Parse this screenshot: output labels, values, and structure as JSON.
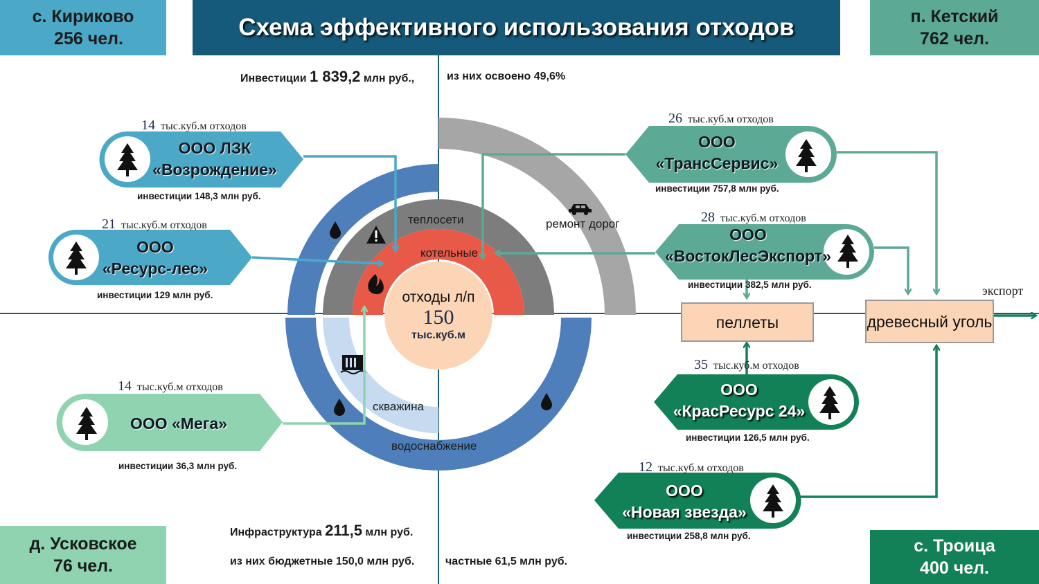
{
  "title": "Схема эффективного использования отходов",
  "corners": {
    "top_left": {
      "name": "с. Кириково",
      "people": "256 чел."
    },
    "top_right": {
      "name": "п. Кетский",
      "people": "762 чел."
    },
    "bottom_left": {
      "name": "д. Усковское",
      "people": "76 чел."
    },
    "bottom_right": {
      "name": "с. Троица",
      "people": "400 чел."
    }
  },
  "investments": {
    "prefix": "Инвестиции",
    "amount": "1 839,2",
    "unit": "млн руб.,",
    "mastered": "из них освоено 49,6%"
  },
  "infrastructure": {
    "prefix": "Инфраструктура",
    "amount": "211,5",
    "unit": "млн руб.",
    "budget": "из них бюджетные 150,0 млн руб.",
    "private": "частные 61,5 млн руб."
  },
  "center": {
    "label": "отходы л/п",
    "value": "150",
    "unit": "тыс.куб.м"
  },
  "rings": {
    "boiler": "котельные",
    "heat": "теплосети",
    "roads": "ремонт дорог",
    "well": "скважина",
    "water": "водоснабжение"
  },
  "products": {
    "pellets": "пеллеты",
    "charcoal": "древесный уголь",
    "export": "экспорт"
  },
  "volume_unit": "тыс.куб.м отходов",
  "companies": [
    {
      "line1": "ООО ЛЗК",
      "line2": "«Возрождение»",
      "volume": "14",
      "investment": "инвестиции 148,3 млн руб."
    },
    {
      "line1": "ООО",
      "line2": "«Ресурс-лес»",
      "volume": "21",
      "investment": "инвестиции 129 млн руб."
    },
    {
      "line1": "ООО «Мега»",
      "line2": "",
      "volume": "14",
      "investment": "инвестиции 36,3 млн руб."
    },
    {
      "line1": "ООО",
      "line2": "«ТрансСервис»",
      "volume": "26",
      "investment": "инвестиции 757,8 млн руб."
    },
    {
      "line1": "ООО",
      "line2": "«ВостокЛесЭкспорт»",
      "volume": "28",
      "investment": "инвестиции 382,5 млн руб."
    },
    {
      "line1": "ООО",
      "line2": "«КрасРесурс 24»",
      "volume": "35",
      "investment": "инвестиции 126,5 млн руб."
    },
    {
      "line1": "ООО",
      "line2": "«Новая звезда»",
      "volume": "12",
      "investment": "инвестиции 258,8 млн руб."
    }
  ],
  "colors": {
    "title_bg": "#155a7a",
    "blue": "#4ba8c6",
    "teal": "#5ca996",
    "mint": "#8fd3b0",
    "green": "#138157",
    "ring_blue": "#4e7fbb",
    "ring_gray": "#7d7d7d",
    "ring_red": "#e85a47",
    "center": "#fbd5b5"
  }
}
